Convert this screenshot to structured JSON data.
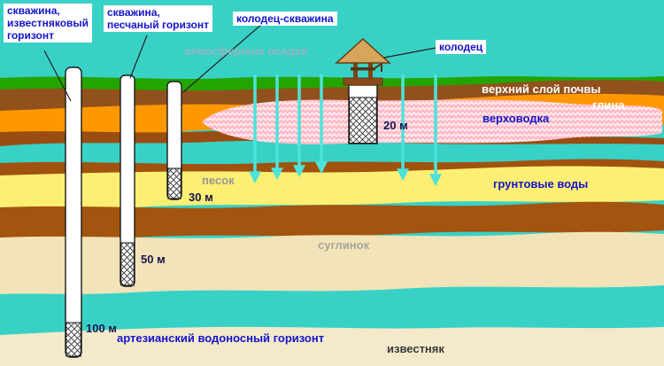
{
  "callouts": {
    "well_limestone": "скважина,\nизвестняковый\nгоризонт",
    "well_sand": "скважина,\nпесчаный горизонт",
    "well_borehole": "колодец-скважина",
    "precipitation": "атмосферные осадки",
    "well": "колодец"
  },
  "layers": {
    "topsoil": "верхний слой почвы",
    "clay": "глина",
    "perched_water": "верховодка",
    "sand": "песок",
    "groundwater": "грунтовые воды",
    "loam": "суглинок",
    "artesian": "артезианский водоносный горизонт",
    "limestone": "известняк"
  },
  "depths": {
    "well_house": "20 м",
    "well_30": "30 м",
    "well_50": "50 м",
    "well_100": "100 м"
  },
  "colors": {
    "sky_water": "#38d1c6",
    "grass": "#23a500",
    "topsoil_brown": "#91511d",
    "clay_orange": "#ff9800",
    "brown_layer2": "#9a4d12",
    "brown_thin": "#a0520f",
    "sand_yellow": "#fdef73",
    "brown_layer3": "#a3540e",
    "loam_cream": "#f3e3b8",
    "limestone_cream": "#f4eacb",
    "perched_pink": "#ffbcc8",
    "arrow_teal": "#4de3da",
    "label_blue": "#1414cc",
    "label_gray": "#979797",
    "roof_wood": "#d8a55c",
    "post_wood": "#7a4418"
  }
}
